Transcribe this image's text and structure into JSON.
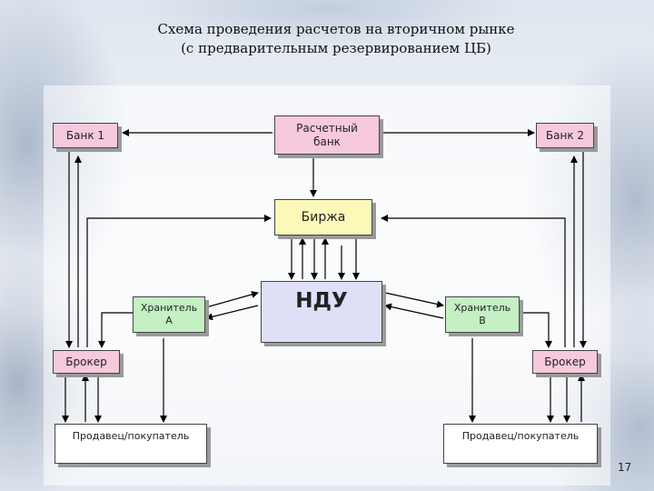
{
  "title": {
    "line1": "Схема проведения расчетов на вторичном рынке",
    "line2": "(с предварительным резервированием ЦБ)"
  },
  "nodes": {
    "bank1": "Банк 1",
    "settlement_bank_line1": "Расчетный",
    "settlement_bank_line2": "банк",
    "bank2": "Банк 2",
    "exchange": "Биржа",
    "depository": "НДУ",
    "custodian_a_line1": "Хранитель",
    "custodian_a_line2": "А",
    "custodian_b_line1": "Хранитель",
    "custodian_b_line2": "В",
    "broker_left": "Брокер",
    "broker_right": "Брокер",
    "seller_buyer_left": "Продавец/покупатель",
    "seller_buyer_right": "Продавец/покупатель"
  },
  "page_number": "17",
  "colors": {
    "bank_fill": "#f7c9dc",
    "exchange_fill": "#fbf8b8",
    "custodian_fill": "#c4f0c4",
    "depository_fill": "#dfe0f8",
    "client_fill": "#ffffff"
  }
}
